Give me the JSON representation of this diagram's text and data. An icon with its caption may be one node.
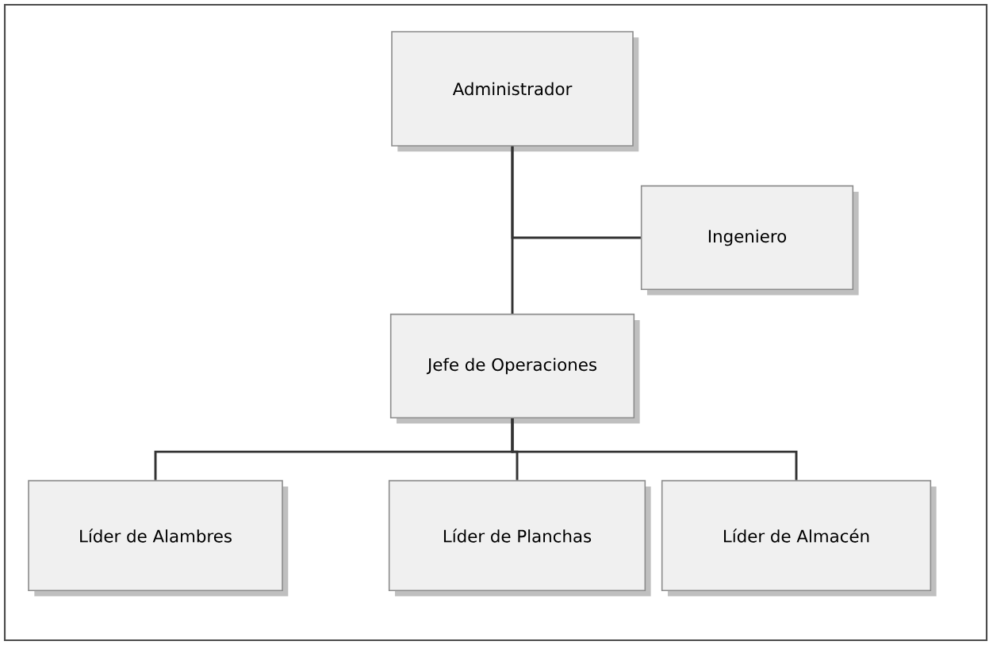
{
  "diagram": {
    "nodes": [
      {
        "text": [
          "Administrador"
        ]
      },
      {
        "text": [
          "Ingeniero"
        ]
      },
      {
        "text": [
          "Jefe de Operaciones"
        ]
      },
      {
        "text": [
          "Líder de Alambres"
        ]
      },
      {
        "text": [
          "Líder de Planchas"
        ]
      },
      {
        "text": [
          "Líder de Almacén"
        ]
      }
    ],
    "edges": [
      {
        "from": 0,
        "to": 2,
        "arrow": "none"
      },
      {
        "from": 0,
        "to": 1,
        "arrow": "none"
      },
      {
        "from": 2,
        "to": 3,
        "arrow": "none"
      },
      {
        "from": 2,
        "to": 4,
        "arrow": "none"
      },
      {
        "from": 2,
        "to": 5,
        "arrow": "none"
      }
    ]
  }
}
